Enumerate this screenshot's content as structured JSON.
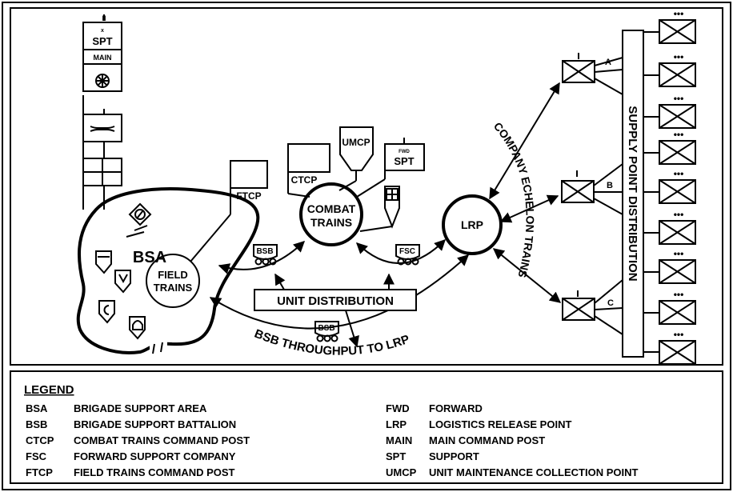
{
  "diagram": {
    "nodes": {
      "spt_main_echelon": "II",
      "spt_main_x": "x",
      "spt_main_label": "SPT",
      "main_label": "MAIN",
      "bsa": "BSA",
      "field_trains_1": "FIELD",
      "field_trains_2": "TRAINS",
      "ftcp": "FTCP",
      "ctcp": "CTCP",
      "umcp": "UMCP",
      "fwd": "FWD",
      "fwd_spt": "SPT",
      "combat_trains_1": "COMBAT",
      "combat_trains_2": "TRAINS",
      "lrp": "LRP",
      "bsb_truck_1": "BSB",
      "fsc_truck": "FSC",
      "bsb_truck_2": "BSB",
      "unit_distribution": "UNIT DISTRIBUTION",
      "bsb_throughput": "BSB THROUGHPUT TO LRP",
      "company_echelon_trains": "COMPANY ECHELON TRAINS",
      "supply_point_distribution": "SUPPLY POINT DISTRIBUTION",
      "company_a": "A",
      "company_b": "B",
      "company_c": "C",
      "platoon_dots": "•••",
      "company_echelon_mark": "I"
    }
  },
  "legend": {
    "title": "LEGEND",
    "left": [
      {
        "abbr": "BSA",
        "desc": "BRIGADE SUPPORT AREA"
      },
      {
        "abbr": "BSB",
        "desc": "BRIGADE SUPPORT BATTALION"
      },
      {
        "abbr": "CTCP",
        "desc": "COMBAT TRAINS COMMAND POST"
      },
      {
        "abbr": "FSC",
        "desc": "FORWARD SUPPORT COMPANY"
      },
      {
        "abbr": "FTCP",
        "desc": "FIELD TRAINS COMMAND POST"
      }
    ],
    "right": [
      {
        "abbr": "FWD",
        "desc": "FORWARD"
      },
      {
        "abbr": "LRP",
        "desc": "LOGISTICS RELEASE POINT"
      },
      {
        "abbr": "MAIN",
        "desc": "MAIN COMMAND POST"
      },
      {
        "abbr": "SPT",
        "desc": "SUPPORT"
      },
      {
        "abbr": "UMCP",
        "desc": "UNIT MAINTENANCE COLLECTION POINT"
      }
    ]
  }
}
